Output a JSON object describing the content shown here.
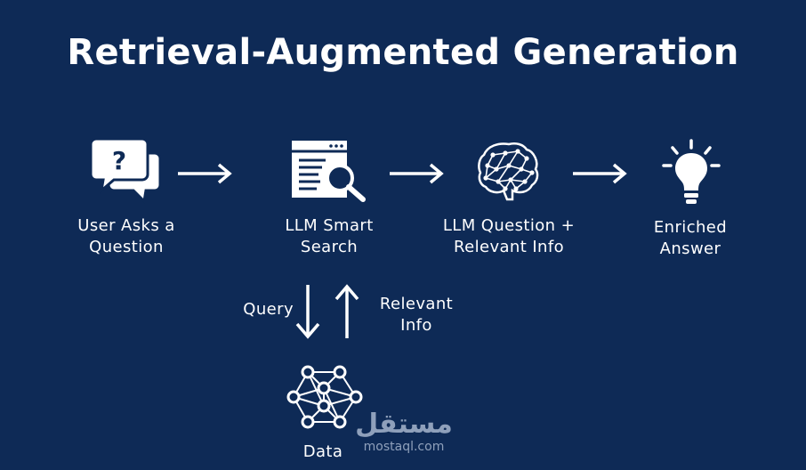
{
  "title": "Retrieval-Augmented Generation",
  "steps": [
    {
      "line1": "User Asks a",
      "line2": "Question",
      "icon": "question-chat-icon"
    },
    {
      "line1": "LLM Smart",
      "line2": "Search",
      "icon": "document-search-icon"
    },
    {
      "line1": "LLM Question +",
      "line2": "Relevant Info",
      "icon": "brain-network-icon"
    },
    {
      "line1": "Enriched",
      "line2": "Answer",
      "icon": "lightbulb-icon"
    }
  ],
  "query_label": "Query",
  "relevant_info": {
    "line1": "Relevant",
    "line2": "Info"
  },
  "data_label": "Data",
  "data_icon": "neural-network-icon",
  "watermark": {
    "logo": "مستقل",
    "url": "mostaql.com"
  },
  "colors": {
    "background": "#0e2a56",
    "foreground": "#ffffff"
  }
}
